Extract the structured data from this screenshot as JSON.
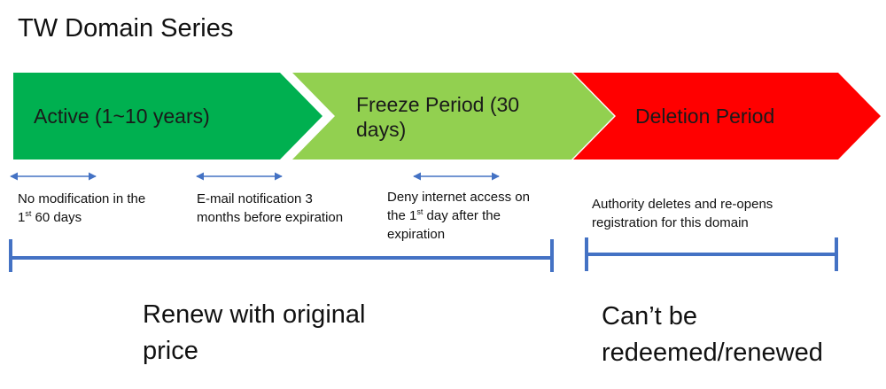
{
  "title": "TW Domain Series",
  "colors": {
    "active": "#00b050",
    "freeze": "#92d050",
    "deletion": "#ff0000",
    "line": "#4472c4"
  },
  "phases": [
    {
      "label": "Active (1~10 years)"
    },
    {
      "label": "Freeze Period (30 days)"
    },
    {
      "label": "Deletion Period"
    }
  ],
  "notes": {
    "no_modification": {
      "before": "No modification in the 1",
      "sup": "st",
      "after": " 60 days"
    },
    "email_notification": {
      "text": "E-mail notification 3 months before expiration"
    },
    "deny_access": {
      "before": "Deny internet access on the 1",
      "sup": "st",
      "after": " day after the expiration"
    },
    "authority": {
      "text": "Authority deletes and re-opens registration for this domain"
    }
  },
  "outcomes": {
    "renew": "Renew with original price",
    "cannot": "Can’t be redeemed/renewed"
  }
}
